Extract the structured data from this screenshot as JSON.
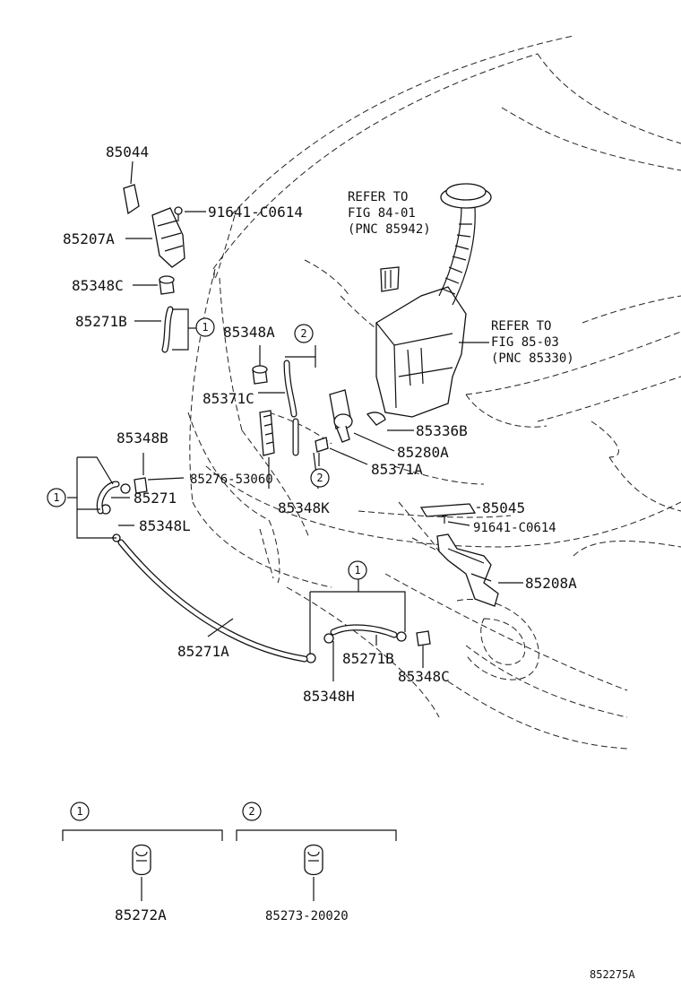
{
  "callouts": {
    "p85044": "85044",
    "p91641_top": "91641-C0614",
    "p85207A": "85207A",
    "p85348C_top": "85348C",
    "p85271B_top": "85271B",
    "p85348A": "85348A",
    "p85371C": "85371C",
    "p85348B": "85348B",
    "p85276": "85276-53060",
    "p85271": "85271",
    "p85348L": "85348L",
    "p85348K": "85348K",
    "p85336B": "85336B",
    "p85280A": "85280A",
    "p85371A": "85371A",
    "p85045": "85045",
    "p91641_bot": "91641-C0614",
    "p85208A": "85208A",
    "p85271A": "85271A",
    "p85271B_bot": "85271B",
    "p85348C_bot": "85348C",
    "p85348H": "85348H",
    "p85272A": "85272A",
    "p85273": "85273-20020"
  },
  "refer_notes": {
    "note1": [
      "REFER TO",
      "FIG 84-01",
      "(PNC 85942)"
    ],
    "note2": [
      "REFER TO",
      "FIG 85-03",
      "(PNC 85330)"
    ]
  },
  "markers": {
    "one": "1",
    "two": "2"
  },
  "figure_id": "852275A"
}
